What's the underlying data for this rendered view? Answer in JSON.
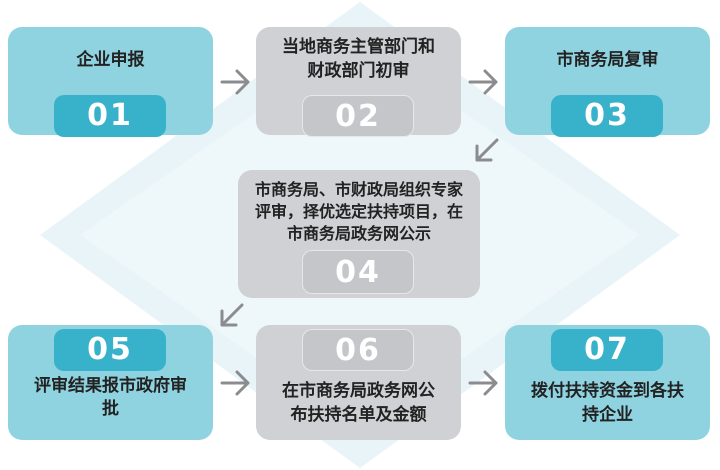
{
  "steps": [
    {
      "num": "01",
      "label": "企业申报"
    },
    {
      "num": "02",
      "label_line1": "当地商务主管部门和",
      "label_line2": "财政部门初审"
    },
    {
      "num": "03",
      "label": "市商务局复审"
    },
    {
      "num": "04",
      "label_line1": "市商务局、市财政局组织专家",
      "label_line2": "评审，择优选定扶持项目，在",
      "label_line3": "市商务局政务网公示"
    },
    {
      "num": "05",
      "label_line1": "评审结果报市政府审",
      "label_line2": "批"
    },
    {
      "num": "06",
      "label_line1": "在市商务局政务网公",
      "label_line2": "布扶持名单及金额"
    },
    {
      "num": "07",
      "label_line1": "拨付扶持资金到各扶",
      "label_line2": "持企业"
    }
  ],
  "icons": [
    "arrow-right-icon",
    "arrow-down-left-icon"
  ],
  "colors": {
    "blue_box": "#8fd3e0",
    "blue_num": "#38b2ca",
    "gray_box": "#cfd1d4",
    "arrow": "#8a8c8f",
    "diamond": "#e8f4f8"
  }
}
